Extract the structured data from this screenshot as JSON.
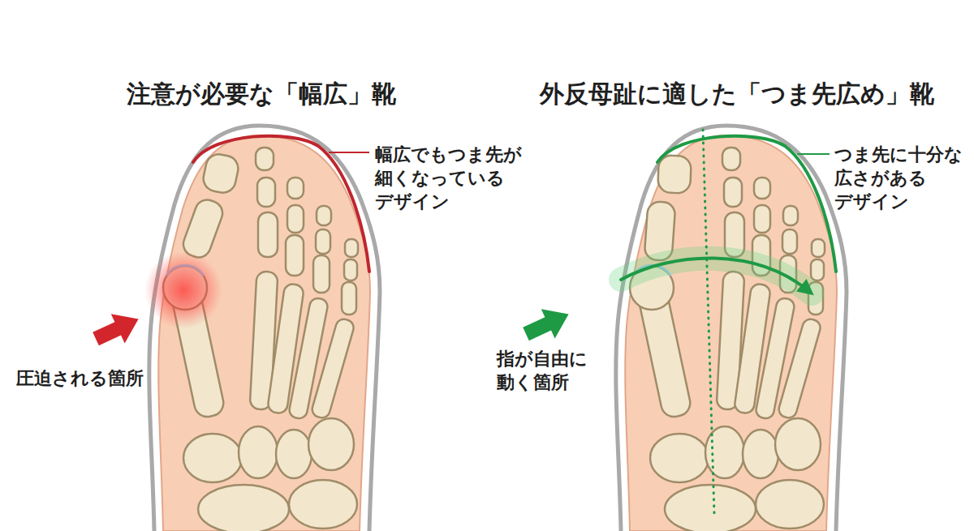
{
  "diagram": {
    "labels": [
      "注意が必要な「幅広」靴",
      "外反母趾に適した「つま先広め」靴",
      "幅広でもつま先が 細くなっている デザイン",
      "圧迫される箇所",
      "つま先に十分な 広さがある デザイン",
      "指が自由に 動く箇所"
    ]
  }
}
